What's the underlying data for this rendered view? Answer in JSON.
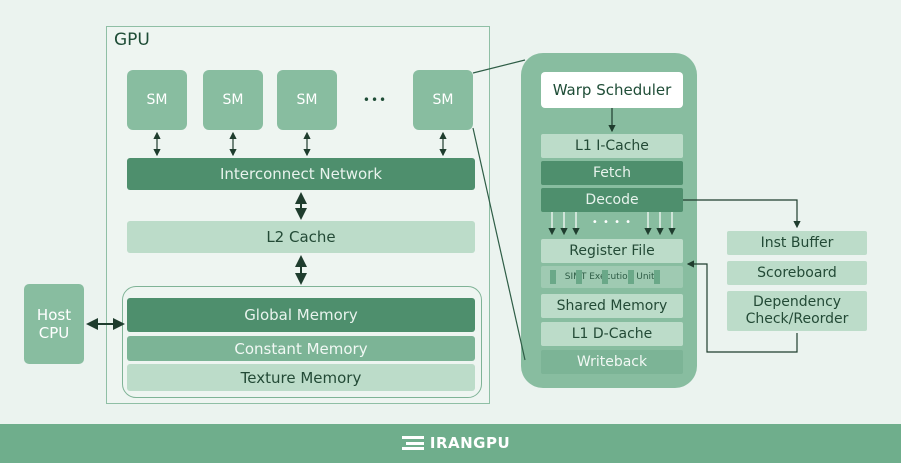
{
  "gpu": {
    "title": "GPU",
    "sms": [
      "SM",
      "SM",
      "SM",
      "SM"
    ],
    "ellipsis": "•••",
    "interconnect": "Interconnect Network",
    "l2_cache": "L2 Cache",
    "memory": [
      "Global Memory",
      "Constant Memory",
      "Texture Memory"
    ]
  },
  "host": {
    "label_line1": "Host",
    "label_line2": "CPU"
  },
  "sm_detail": {
    "warp_scheduler": "Warp Scheduler",
    "stages": [
      "L1 I-Cache",
      "Fetch",
      "Decode"
    ],
    "dots": "• • • •",
    "register_file": "Register File",
    "simt": "SIMT Execution Units",
    "lower": [
      "Shared Memory",
      "L1 D-Cache",
      "Writeback"
    ]
  },
  "side_units": {
    "inst_buffer": "Inst Buffer",
    "scoreboard": "Scoreboard",
    "dependency_line1": "Dependency",
    "dependency_line2": "Check/Reorder"
  },
  "footer": {
    "brand": "IRANGPU"
  },
  "colors": {
    "dark": "#4e8f6d",
    "mid": "#7cb496",
    "light": "#bcdcc9",
    "footer": "#6fae8c"
  }
}
